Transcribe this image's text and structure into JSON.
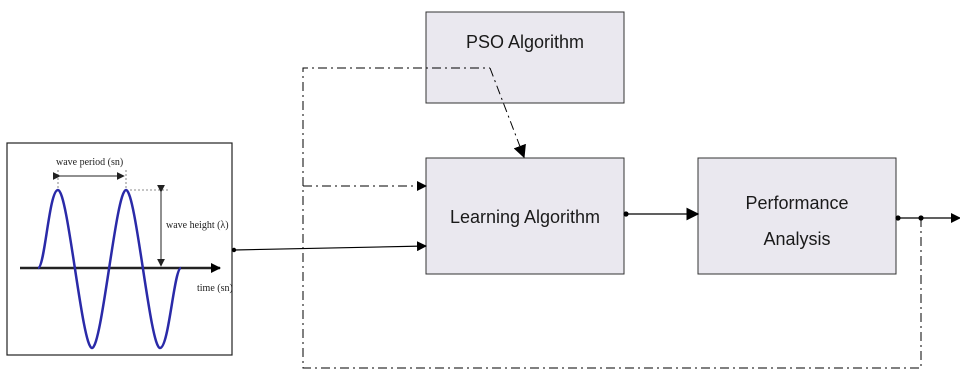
{
  "blocks": {
    "pso": {
      "label": "PSO Algorithm"
    },
    "learning": {
      "label": "Learning Algorithm"
    },
    "performance": {
      "label_line1": "Performance",
      "label_line2": "Analysis"
    }
  },
  "wave_panel": {
    "period_label": "wave period (sn)",
    "height_label": "wave height (λ)",
    "time_label": "time (sn)"
  },
  "colors": {
    "block_fill": "#eae8ef",
    "block_stroke": "#333333",
    "wave": "#2a2aa8",
    "line": "#000000"
  }
}
